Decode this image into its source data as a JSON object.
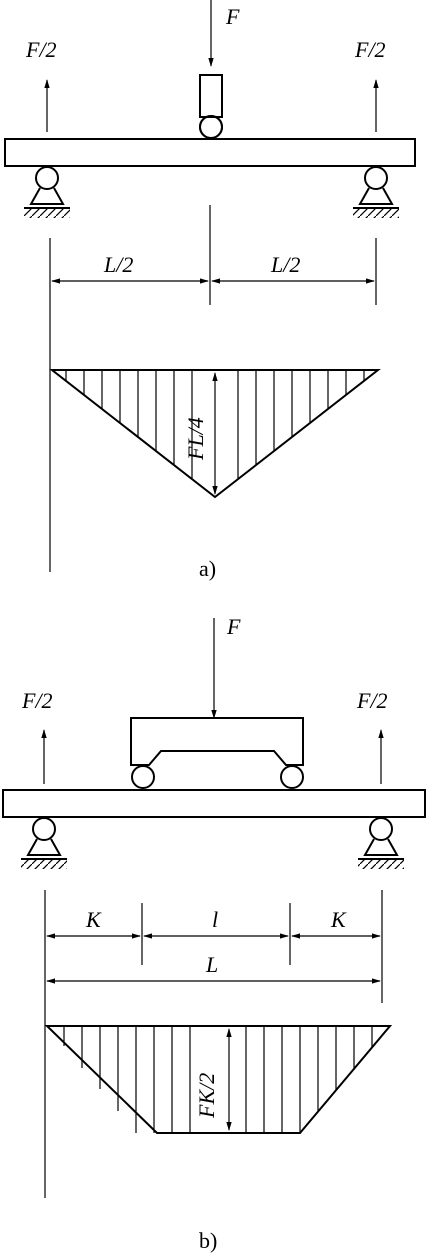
{
  "diagram_a": {
    "load_label": "F",
    "left_reaction_label": "F/2",
    "right_reaction_label": "F/2",
    "left_span_label": "L/2",
    "right_span_label": "L/2",
    "moment_label": "FL/4",
    "caption": "a)"
  },
  "diagram_b": {
    "load_label": "F",
    "left_reaction_label": "F/2",
    "right_reaction_label": "F/2",
    "left_span_label": "K",
    "middle_span_label": "l",
    "right_span_label": "K",
    "total_span_label": "L",
    "moment_label": "FK/2",
    "caption": "b)"
  }
}
